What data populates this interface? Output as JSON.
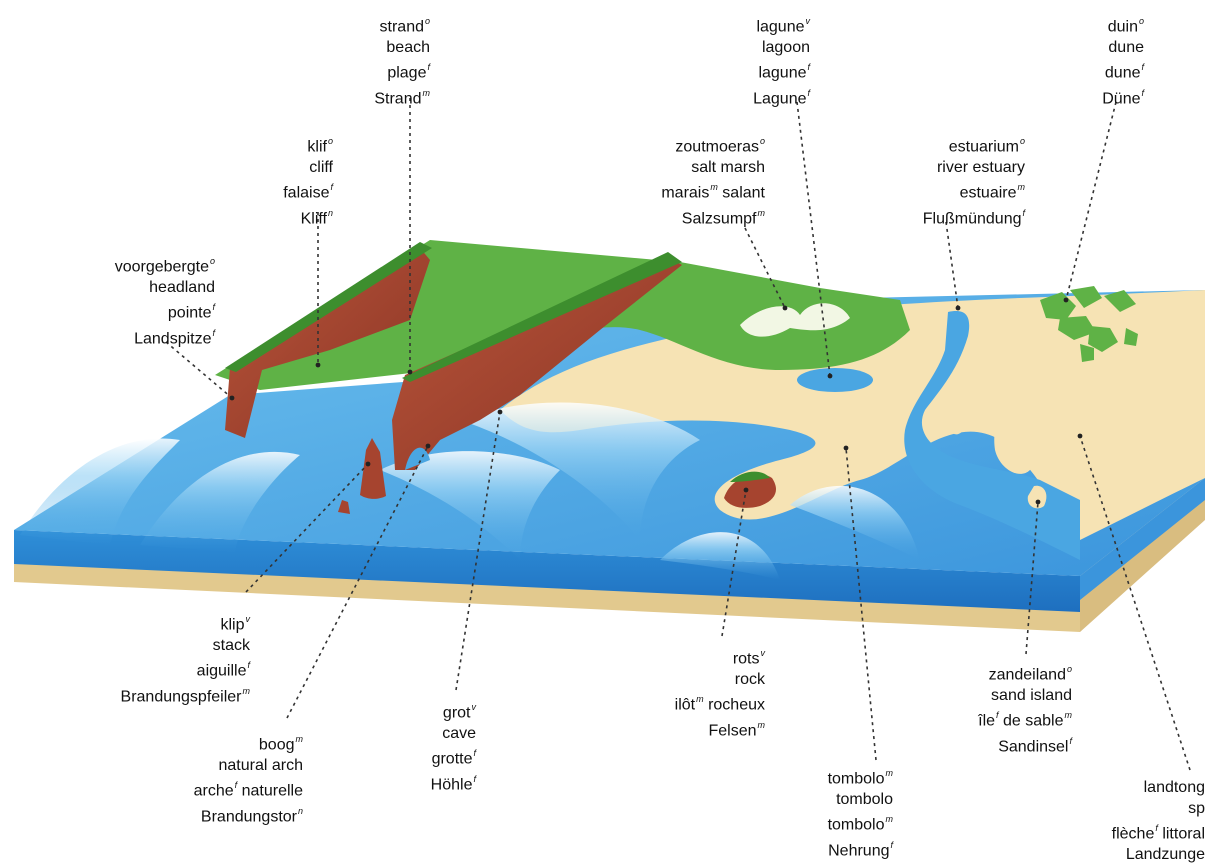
{
  "labels": {
    "strand": {
      "lines": [
        [
          "strand",
          "o"
        ],
        [
          "beach",
          ""
        ],
        [
          "plage",
          "f"
        ],
        [
          "Strand",
          "m"
        ]
      ]
    },
    "lagune": {
      "lines": [
        [
          "lagune",
          "v"
        ],
        [
          "lagoon",
          ""
        ],
        [
          "lagune",
          "f"
        ],
        [
          "Lagune",
          "f"
        ]
      ]
    },
    "duin": {
      "lines": [
        [
          "duin",
          "o"
        ],
        [
          "dune",
          ""
        ],
        [
          "dune",
          "f"
        ],
        [
          "Düne",
          "f"
        ]
      ]
    },
    "klif": {
      "lines": [
        [
          "klif",
          "o"
        ],
        [
          "cliff",
          ""
        ],
        [
          "falaise",
          "f"
        ],
        [
          "Kliff",
          "n"
        ]
      ]
    },
    "zoutmoeras": {
      "lines": [
        [
          "zoutmoeras",
          "o"
        ],
        [
          "salt marsh",
          ""
        ],
        [
          "marais",
          "m",
          " salant"
        ],
        [
          "Salzsumpf",
          "m"
        ]
      ]
    },
    "estuarium": {
      "lines": [
        [
          "estuarium",
          "o"
        ],
        [
          "river estuary",
          ""
        ],
        [
          "estuaire",
          "m"
        ],
        [
          "Flußmündung",
          "f"
        ]
      ]
    },
    "voorgebergte": {
      "lines": [
        [
          "voorgebergte",
          "o"
        ],
        [
          "headland",
          ""
        ],
        [
          "pointe",
          "f"
        ],
        [
          "Landspitze",
          "f"
        ]
      ]
    },
    "klip": {
      "lines": [
        [
          "klip",
          "v"
        ],
        [
          "stack",
          ""
        ],
        [
          "aiguille",
          "f"
        ],
        [
          "Brandungspfeiler",
          "m"
        ]
      ]
    },
    "boog": {
      "lines": [
        [
          "boog",
          "m"
        ],
        [
          "natural arch",
          ""
        ],
        [
          "arche",
          "f",
          " naturelle"
        ],
        [
          "Brandungstor",
          "n"
        ]
      ]
    },
    "grot": {
      "lines": [
        [
          "grot",
          "v"
        ],
        [
          "cave",
          ""
        ],
        [
          "grotte",
          "f"
        ],
        [
          "Höhle",
          "f"
        ]
      ]
    },
    "rots": {
      "lines": [
        [
          "rots",
          "v"
        ],
        [
          "rock",
          ""
        ],
        [
          "ilôt",
          "m",
          " rocheux"
        ],
        [
          "Felsen",
          "m"
        ]
      ]
    },
    "tombolo": {
      "lines": [
        [
          "tombolo",
          "m"
        ],
        [
          "tombolo",
          ""
        ],
        [
          "tombolo",
          "m"
        ],
        [
          "Nehrung",
          "f"
        ]
      ]
    },
    "zandeiland": {
      "lines": [
        [
          "zandeiland",
          "o"
        ],
        [
          "sand island",
          ""
        ],
        [
          "île",
          "f",
          " de sable",
          "m"
        ],
        [
          "Sandinsel",
          "f"
        ]
      ]
    },
    "landtong": {
      "lines": [
        [
          "landtong",
          ""
        ],
        [
          "sp",
          ""
        ],
        [
          "flèche",
          "f",
          " littoral"
        ],
        [
          "Landzunge",
          ""
        ]
      ]
    }
  },
  "colors": {
    "sea": "#5ab2e6",
    "sea_deep": "#2e86d2",
    "sand": "#f6e3b4",
    "grass": "#5fb246",
    "cliff": "#a6442f",
    "leader": "#333333"
  }
}
